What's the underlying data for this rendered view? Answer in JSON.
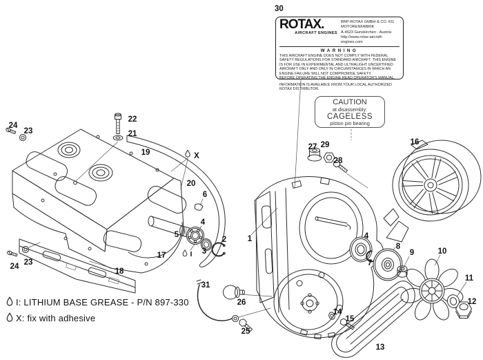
{
  "palette": {
    "background": "#ffffff",
    "line": "#2b2b2b",
    "label_text": "#111111"
  },
  "callout_30": "30",
  "parts": {
    "p1": "1",
    "p2": "2",
    "p3": "3",
    "p4": "4",
    "p5": "5",
    "p6": "6",
    "p7": "7",
    "p8": "8",
    "p9": "9",
    "p10": "10",
    "p11": "11",
    "p12": "12",
    "p13": "13",
    "p14": "14",
    "p15": "15",
    "p16": "16",
    "p17": "17",
    "p18": "18",
    "p19": "19",
    "p20": "20",
    "p21": "21",
    "p22": "22",
    "p23": "23",
    "p24": "24",
    "p25": "25",
    "p26": "26",
    "p27": "27",
    "p28": "28",
    "p29": "29",
    "p31": "31"
  },
  "markers": {
    "adhesive": "X",
    "grease": "I"
  },
  "rotax_label": {
    "brand": "ROTAX.",
    "brand_sub": "AIRCRAFT ENGINES",
    "company_line1": "BRP-ROTAX GMBH & CO. KG",
    "company_line2": "MOTORENFABRIK",
    "company_line3": "A-4623 Gunskirchen - Austria",
    "company_line4": "http://www.rotax-aircraft-engines.com",
    "warning_title": "WARNING",
    "warning_para1": "THIS AIRCRAFT ENGINE DOES NOT COMPLY WITH FEDERAL SAFETY REGULATIONS FOR STANDARD AIRCRAFT. THIS ENGINE IS FOR USE IN EXPERIMENTAL AND ULTRALIGHT UNCERTIFIED AIRCRAFT ONLY AND ONLY IN CIRCUMSTANCES IN WHICH AN ENGINE FAILURE WILL NOT COMPROMISE SAFETY.",
    "warning_para2": "BEFORE OPERATING THE ENGINE READ OPERATOR'S MANUAL.",
    "warning_para3": "INFORMATION IS AVAILABLE FROM YOUR LOCAL AUTHORIZED ROTAX DISTRIBUTOR."
  },
  "caution_box": {
    "title": "CAUTION",
    "line2": "at disassembly:",
    "line3": "CAGELESS",
    "line4": "piston pin bearing"
  },
  "legend": {
    "grease": "I:  LITHIUM BASE GREASE - P/N 897-330",
    "adhesive": "X: fix with adhesive"
  }
}
